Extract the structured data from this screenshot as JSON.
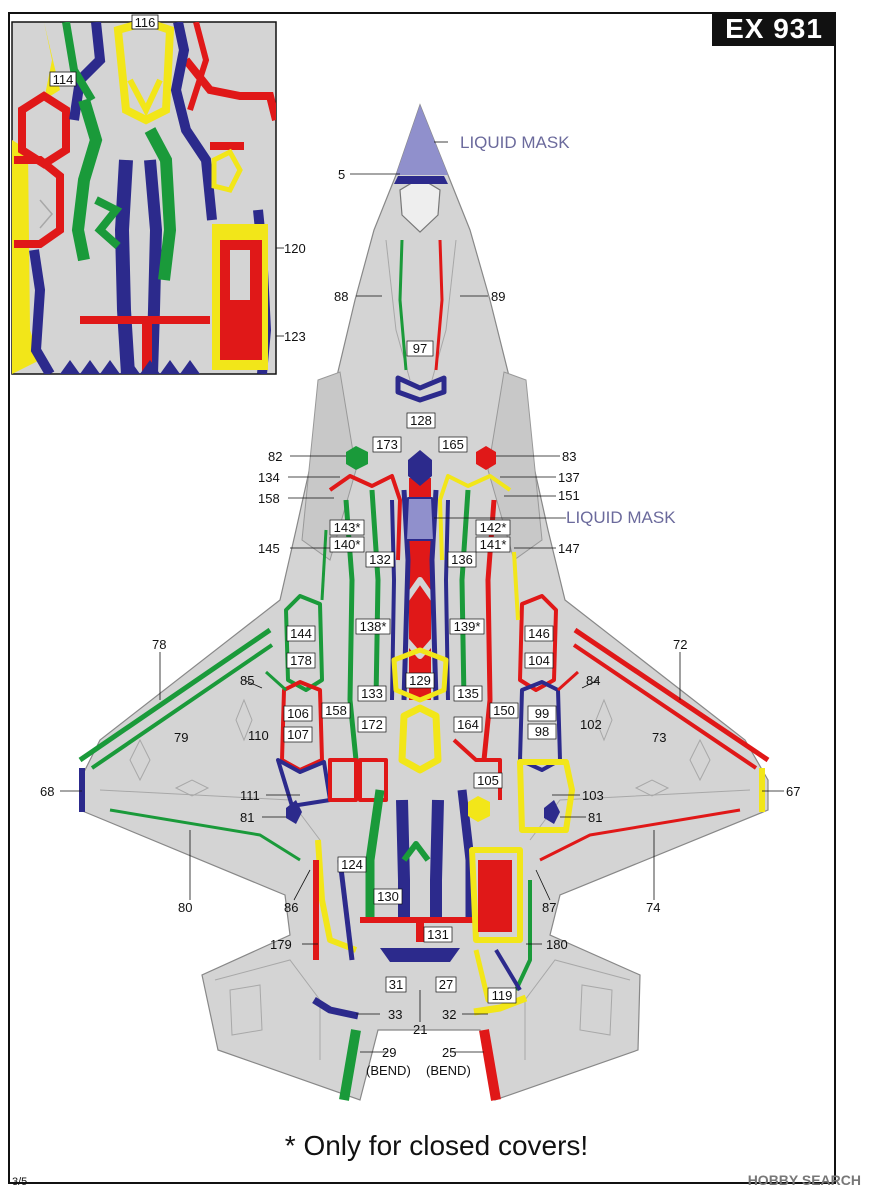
{
  "header": {
    "code": "EX 931"
  },
  "labels": {
    "liquid_mask_top": "LIQUID MASK",
    "liquid_mask_mid": "LIQUID MASK"
  },
  "inset_callouts": [
    "116",
    "114",
    "120",
    "123"
  ],
  "callouts": {
    "n5": "5",
    "n88": "88",
    "n89": "89",
    "n97": "97",
    "n128": "128",
    "n82": "82",
    "n173": "173",
    "n165": "165",
    "n83": "83",
    "n134": "134",
    "n137": "137",
    "n158a": "158",
    "n151": "151",
    "n143": "143*",
    "n142": "142*",
    "n145": "145",
    "n140": "140*",
    "n141": "141*",
    "n147": "147",
    "n132": "132",
    "n136": "136",
    "n138": "138*",
    "n139": "139*",
    "n78": "78",
    "n72": "72",
    "n144": "144",
    "n146": "146",
    "n178": "178",
    "n104": "104",
    "n85": "85",
    "n84": "84",
    "n129": "129",
    "n133": "133",
    "n135": "135",
    "n106": "106",
    "n158b": "158",
    "n150": "150",
    "n99": "99",
    "n79": "79",
    "n73": "73",
    "n110": "110",
    "n107": "107",
    "n172": "172",
    "n164": "164",
    "n98": "98",
    "n102": "102",
    "n105": "105",
    "n68": "68",
    "n67": "67",
    "n111": "111",
    "n103": "103",
    "n81a": "81",
    "n81b": "81",
    "n124": "124",
    "n80": "80",
    "n86": "86",
    "n87": "87",
    "n74": "74",
    "n130": "130",
    "n131": "131",
    "n179": "179",
    "n180": "180",
    "n31": "31",
    "n27": "27",
    "n119": "119",
    "n33": "33",
    "n21": "21",
    "n32": "32",
    "n29": "29",
    "n25": "25",
    "bend1": "(BEND)",
    "bend2": "(BEND)"
  },
  "footer": {
    "note": "* Only for closed covers!",
    "page": "3/5",
    "brand": "HOBBY SEARCH"
  },
  "colors": {
    "body": "#d4d4d4",
    "panel_line": "#a8a8a8",
    "green": "#1a9a3a",
    "red": "#e01818",
    "blue": "#2c2a8c",
    "yellow": "#f2e619",
    "mask": "#9090cc"
  }
}
